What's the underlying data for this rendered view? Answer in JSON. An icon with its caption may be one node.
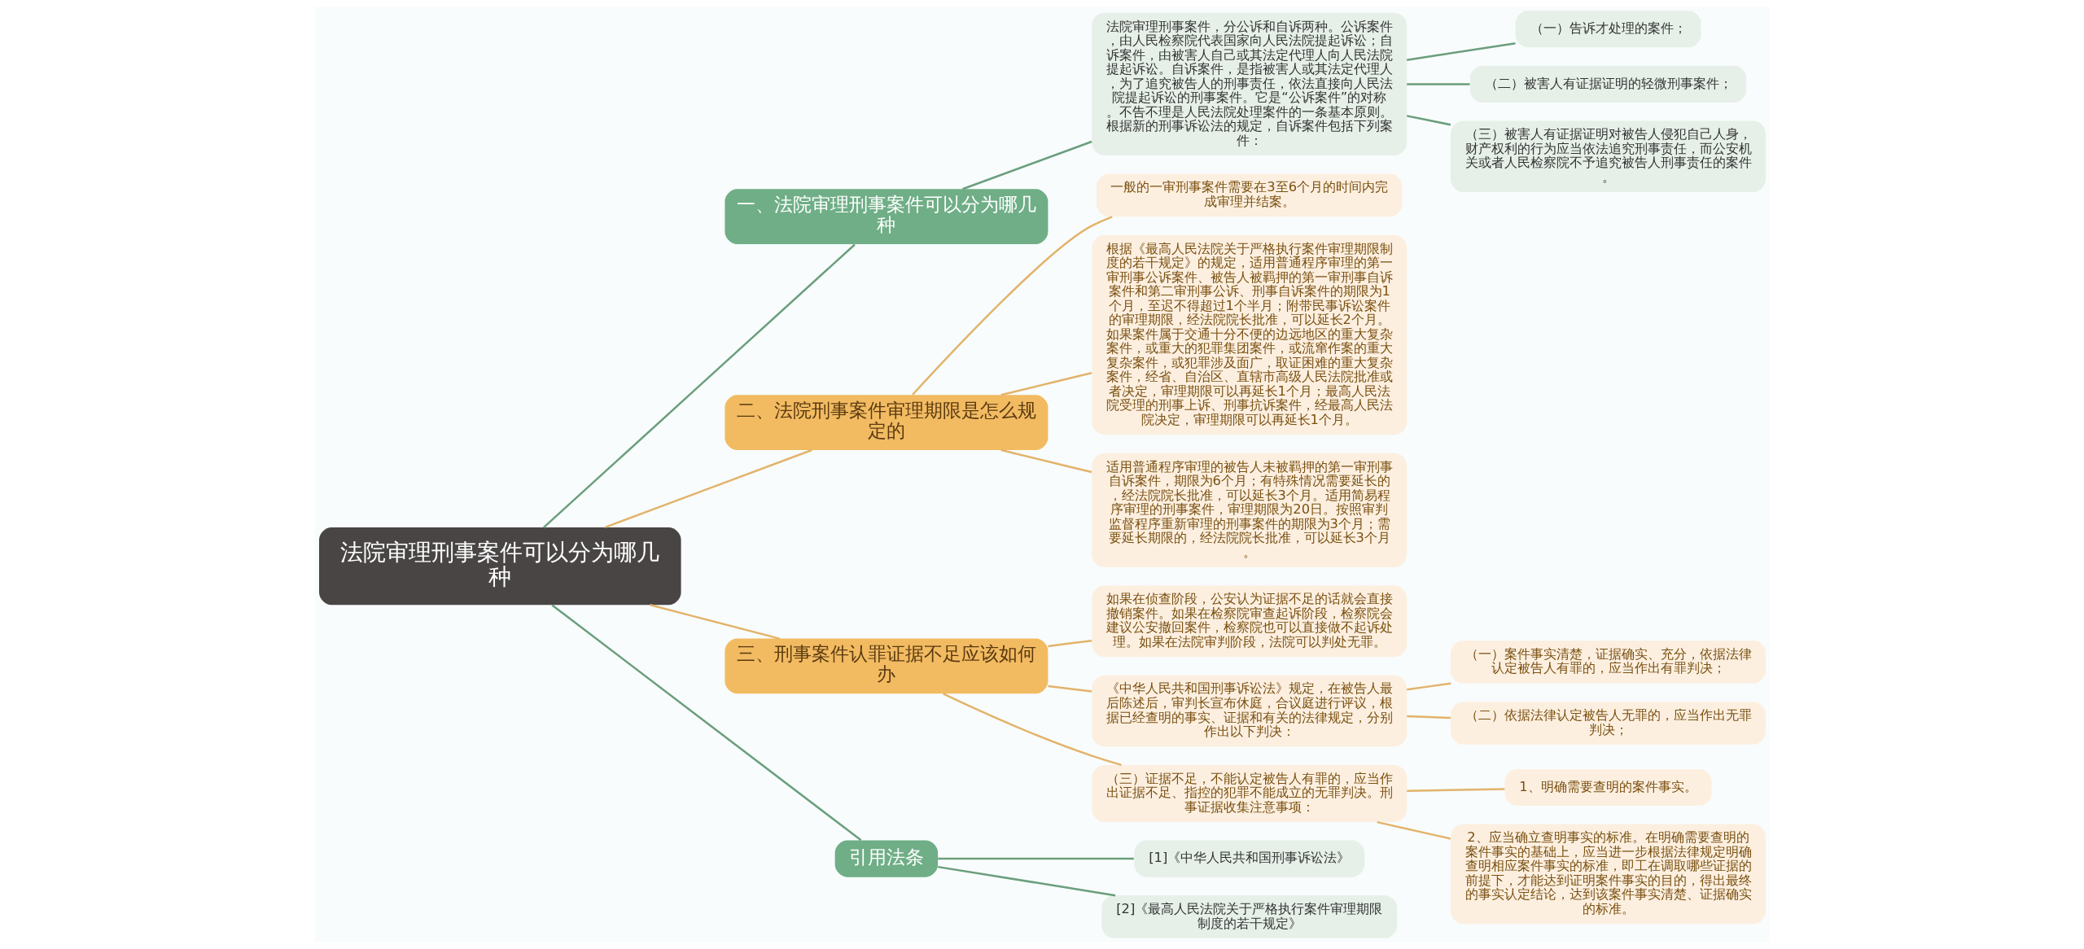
{
  "diagram": {
    "nodes": [
      {
        "text": [
          "法院审理刑事案件可以分为哪几种"
        ]
      },
      {
        "text": [
          "一、法院审理刑事案件可以分为哪几种"
        ]
      },
      {
        "text": [
          "法院审理刑事案件，分公诉和自诉两种。公诉案件，由人民检察院代表国家向人民法院提起诉讼；自诉案件，由被害人自己或其法定代理人向人民法院提起诉讼。自诉案件，是指被害人或其法定代理人，为了追究被告人的刑事责任，依法直接向人民法院提起诉讼的刑事案件。它是“公诉案件”的对称。不告不理是人民法院处理案件的一条基本原则。根据新的刑事诉讼法的规定，自诉案件包括下列案件："
        ]
      },
      {
        "text": [
          "（一）告诉才处理的案件；"
        ]
      },
      {
        "text": [
          "（二）被害人有证据证明的轻微刑事案件；"
        ]
      },
      {
        "text": [
          "（三）被害人有证据证明对被告人侵犯自己人身，财产权利的行为应当依法追究刑事责任，而公安机关或者人民检察院不予追究被告人刑事责任的案件。"
        ]
      },
      {
        "text": [
          "二、法院刑事案件审理期限是怎么规定的"
        ]
      },
      {
        "text": [
          "一般的一审刑事案件需要在3至6个月的时间内完成审理并结案。"
        ]
      },
      {
        "text": [
          "根据《最高人民法院关于严格执行案件审理期限制度的若干规定》的规定，适用普通程序审理的第一审刑事公诉案件、被告人被羁押的第一审刑事自诉案件和第二审刑事公诉、刑事自诉案件的期限为1个月，至迟不得超过1个半月；附带民事诉讼案件的审理期限，经法院院长批准，可以延长2个月。如果案件属于交通十分不便的边远地区的重大复杂案件，或重大的犯罪集团案件，或流窜作案的重大复杂案件，或犯罪涉及面广，取证困难的重大复杂案件，经省、自治区、直辖市高级人民法院批准或者决定，审理期限可以再延长1个月；最高人民法院受理的刑事上诉、刑事抗诉案件，经最高人民法院决定，审理期限可以再延长1个月。"
        ]
      },
      {
        "text": [
          "适用普通程序审理的被告人未被羁押的第一审刑事自诉案件，期限为6个月；有特殊情况需要延长的，经法院院长批准，可以延长3个月。适用简易程序审理的刑事案件，审理期限为20日。按照审判监督程序重新审理的刑事案件的期限为3个月；需要延长期限的，经法院院长批准，可以延长3个月。"
        ]
      },
      {
        "text": [
          "三、刑事案件认罪证据不足应该如何办"
        ]
      },
      {
        "text": [
          "如果在侦查阶段，公安认为证据不足的话就会直接撤销案件。如果在检察院审查起诉阶段，检察院会建议公安撤回案件，检察院也可以直接做不起诉处理。如果在法院审判阶段，法院可以判处无罪。"
        ]
      },
      {
        "text": [
          "《中华人民共和国刑事诉讼法》规定，在被告人最后陈述后，审判长宣布休庭，合议庭进行评议，根据已经查明的事实、证据和有关的法律规定，分别作出以下判决："
        ]
      },
      {
        "text": [
          "（一）案件事实清楚，证据确实、充分，依据法律认定被告人有罪的，应当作出有罪判决；"
        ]
      },
      {
        "text": [
          "（二）依据法律认定被告人无罪的，应当作出无罪判决；"
        ]
      },
      {
        "text": [
          "（三）证据不足，不能认定被告人有罪的，应当作出证据不足、指控的犯罪不能成立的无罪判决。刑事证据收集注意事项："
        ]
      },
      {
        "text": [
          "1、明确需要查明的案件事实。"
        ]
      },
      {
        "text": [
          "2、应当确立查明事实的标准。在明确需要查明的案件事实的基础上，应当进一步根据法律规定明确查明相应案件事实的标准，即工在调取哪些证据的前提下，才能达到证明案件事实的目的，得出最终的事实认定结论，达到该案件事实清楚、证据确实的标准。"
        ]
      },
      {
        "text": [
          "引用法条"
        ]
      },
      {
        "text": [
          "[1]《中华人民共和国刑事诉讼法》"
        ]
      },
      {
        "text": [
          "[2]《最高人民法院关于严格执行案件审理期限制度的若干规定》"
        ]
      }
    ],
    "edges": [
      {
        "from": 0,
        "to": 1,
        "arrow": "none",
        "color": "#6b9e7c"
      },
      {
        "from": 1,
        "to": 2,
        "arrow": "none",
        "color": "#6b9e7c"
      },
      {
        "from": 2,
        "to": 3,
        "arrow": "none",
        "color": "#6b9e7c"
      },
      {
        "from": 2,
        "to": 4,
        "arrow": "none",
        "color": "#6b9e7c"
      },
      {
        "from": 2,
        "to": 5,
        "arrow": "none",
        "color": "#6b9e7c"
      },
      {
        "from": 0,
        "to": 6,
        "arrow": "none"
      },
      {
        "from": 6,
        "to": 7,
        "arrow": "none"
      },
      {
        "from": 6,
        "to": 8,
        "arrow": "none"
      },
      {
        "from": 6,
        "to": 9,
        "arrow": "none"
      },
      {
        "from": 0,
        "to": 10,
        "arrow": "none"
      },
      {
        "from": 10,
        "to": 11,
        "arrow": "none"
      },
      {
        "from": 10,
        "to": 12,
        "arrow": "none"
      },
      {
        "from": 12,
        "to": 13,
        "arrow": "none"
      },
      {
        "from": 12,
        "to": 14,
        "arrow": "none"
      },
      {
        "from": 10,
        "to": 15,
        "arrow": "none"
      },
      {
        "from": 15,
        "to": 16,
        "arrow": "none"
      },
      {
        "from": 15,
        "to": 17,
        "arrow": "none"
      },
      {
        "from": 0,
        "to": 18,
        "arrow": "none",
        "color": "#6b9e7c"
      },
      {
        "from": 18,
        "to": 19,
        "arrow": "none",
        "color": "#6b9e7c"
      },
      {
        "from": 18,
        "to": 20,
        "arrow": "none",
        "color": "#6b9e7c"
      }
    ]
  }
}
